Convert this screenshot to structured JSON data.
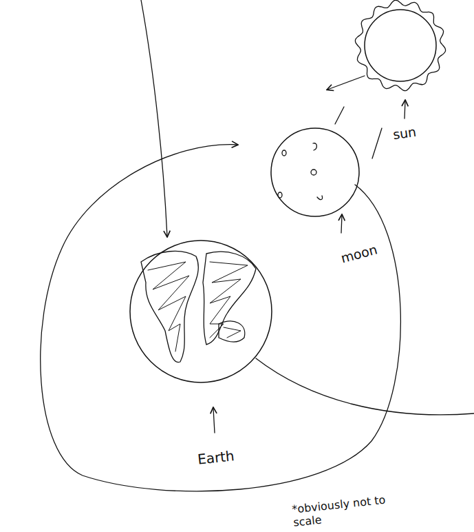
{
  "diagram": {
    "nodes": [
      {
        "text": [
          "sun"
        ]
      },
      {
        "text": [
          "moon"
        ]
      },
      {
        "text": [
          "Earth"
        ]
      }
    ],
    "labels": [
      "*obviously not to scale"
    ]
  }
}
